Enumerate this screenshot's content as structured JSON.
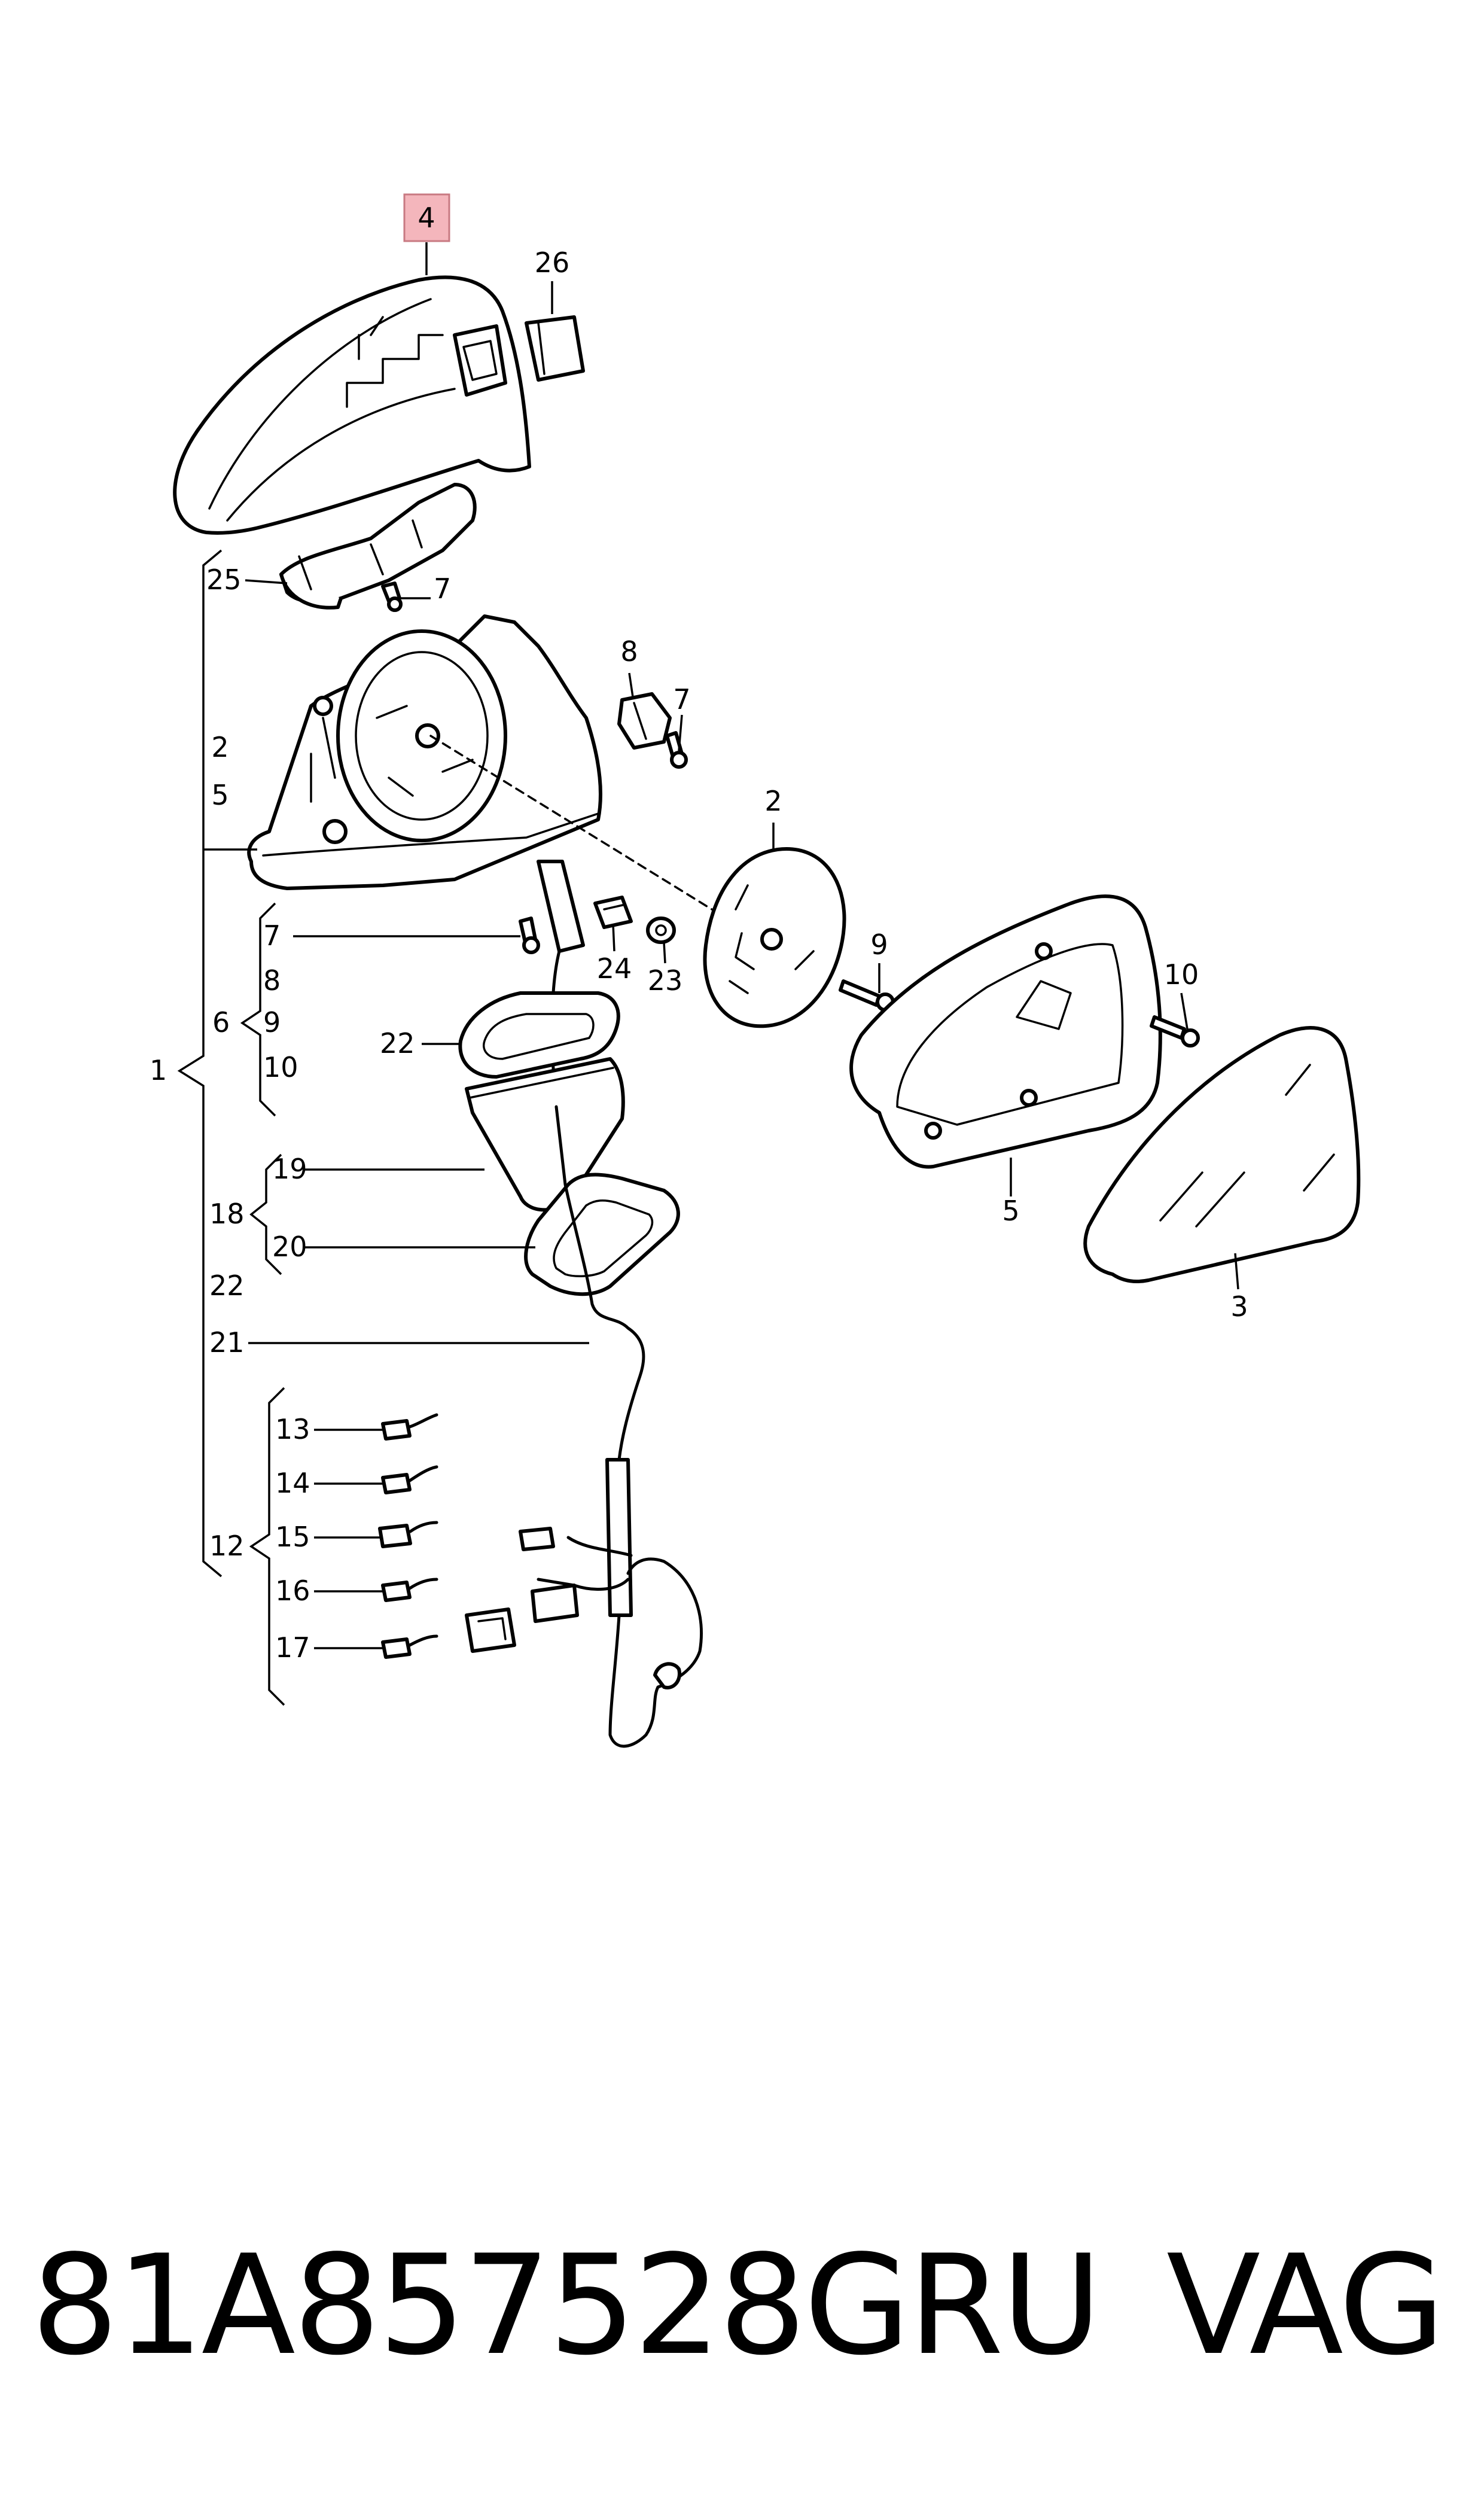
{
  "callouts": {
    "c1": "1",
    "c2a": "2",
    "c2b": "2",
    "c3": "3",
    "c4": "4",
    "c5a": "5",
    "c5b": "5",
    "c6": "6",
    "c7a": "7",
    "c7b": "7",
    "c7c": "7",
    "c8a": "8",
    "c8b": "8",
    "c9a": "9",
    "c9b": "9",
    "c10a": "10",
    "c10b": "10",
    "c12": "12",
    "c13": "13",
    "c14": "14",
    "c15": "15",
    "c16": "16",
    "c17": "17",
    "c18": "18",
    "c19": "19",
    "c20": "20",
    "c21": "21",
    "c22a": "22",
    "c22b": "22",
    "c23": "23",
    "c24": "24",
    "c25": "25",
    "c26": "26"
  },
  "highlight_color": "#f4b6bc",
  "footer": {
    "part_number": "81A857528GRU",
    "brand": "VAG"
  }
}
